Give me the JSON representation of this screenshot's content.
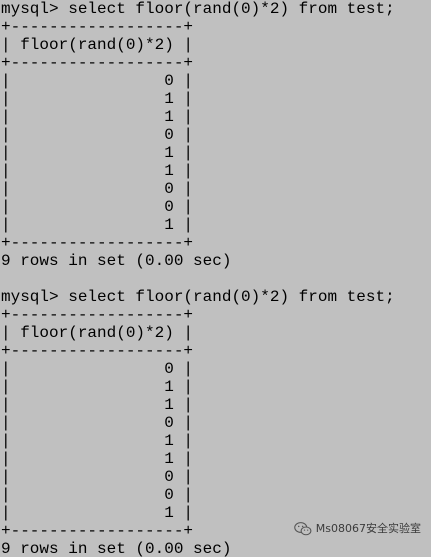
{
  "terminal": {
    "blocks": [
      {
        "prompt": "mysql> select floor(rand(0)*2) from test;",
        "border": "+------------------+",
        "header": "| floor(rand(0)*2) |",
        "rows": [
          "|                0 |",
          "|                1 |",
          "|                1 |",
          "|                0 |",
          "|                1 |",
          "|                1 |",
          "|                0 |",
          "|                0 |",
          "|                1 |"
        ],
        "summary": "9 rows in set (0.00 sec)"
      },
      {
        "prompt": "mysql> select floor(rand(0)*2) from test;",
        "border": "+------------------+",
        "header": "| floor(rand(0)*2) |",
        "rows": [
          "|                0 |",
          "|                1 |",
          "|                1 |",
          "|                0 |",
          "|                1 |",
          "|                1 |",
          "|                0 |",
          "|                0 |",
          "|                1 |"
        ],
        "summary": "9 rows in set (0.00 sec)"
      }
    ]
  },
  "watermark": {
    "text": "Ms08067安全实验室",
    "icon": "wechat-icon"
  },
  "colors": {
    "background": "#c0c0c0",
    "text": "#000000"
  }
}
